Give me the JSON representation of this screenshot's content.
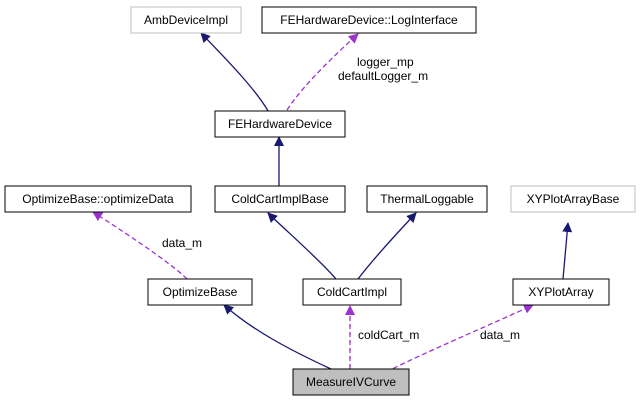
{
  "colors": {
    "inherit_edge": "#191970",
    "usage_edge": "#9a32cd",
    "external_border": "#bfbfbf",
    "focus_fill": "#bfbfbf"
  },
  "nodes": {
    "amb_device_impl": "AmbDeviceImpl",
    "log_interface": "FEHardwareDevice::LogInterface",
    "fe_hardware_device": "FEHardwareDevice",
    "optimize_data": "OptimizeBase::optimizeData",
    "cold_cart_impl_base": "ColdCartImplBase",
    "thermal_loggable": "ThermalLoggable",
    "xy_plot_array_base": "XYPlotArrayBase",
    "optimize_base": "OptimizeBase",
    "cold_cart_impl": "ColdCartImpl",
    "xy_plot_array": "XYPlotArray",
    "measure_iv_curve": "MeasureIVCurve"
  },
  "edge_labels": {
    "logger_mp": "logger_mp",
    "default_logger_m": "defaultLogger_m",
    "optimize_data_m": "data_m",
    "cold_cart_m": "coldCart_m",
    "xy_data_m": "data_m"
  }
}
